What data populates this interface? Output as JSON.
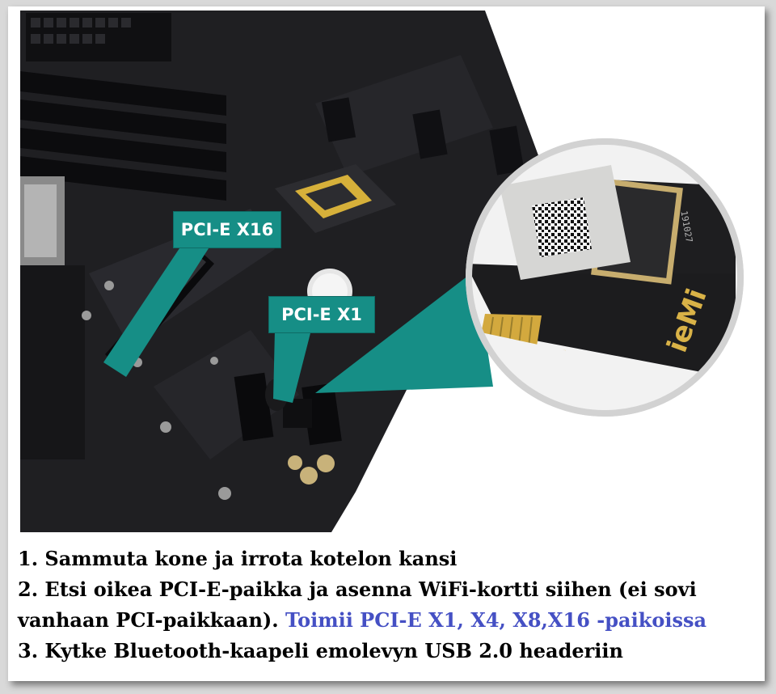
{
  "callouts": {
    "x16": "PCI-E X16",
    "x1": "PCI-E X1"
  },
  "card": {
    "brand": "ieMi",
    "stamp": "191027"
  },
  "steps": {
    "step1": "1. Sammuta kone ja irrota kotelon kansi",
    "step2": "2. Etsi oikea PCI-E-paikka ja asenna WiFi-kortti siihen (ei sovi",
    "step2b": "vanhaan PCI-paikkaan).",
    "step2_highlight": "Toimii PCI-E X1, X4, X8,X16 -paikoissa",
    "step3": "3. Kytke Bluetooth-kaapeli emolevyn USB 2.0 headeriin"
  },
  "colors": {
    "callout": "#168e86",
    "highlight": "#4550c4",
    "board": "#1f1f22"
  }
}
